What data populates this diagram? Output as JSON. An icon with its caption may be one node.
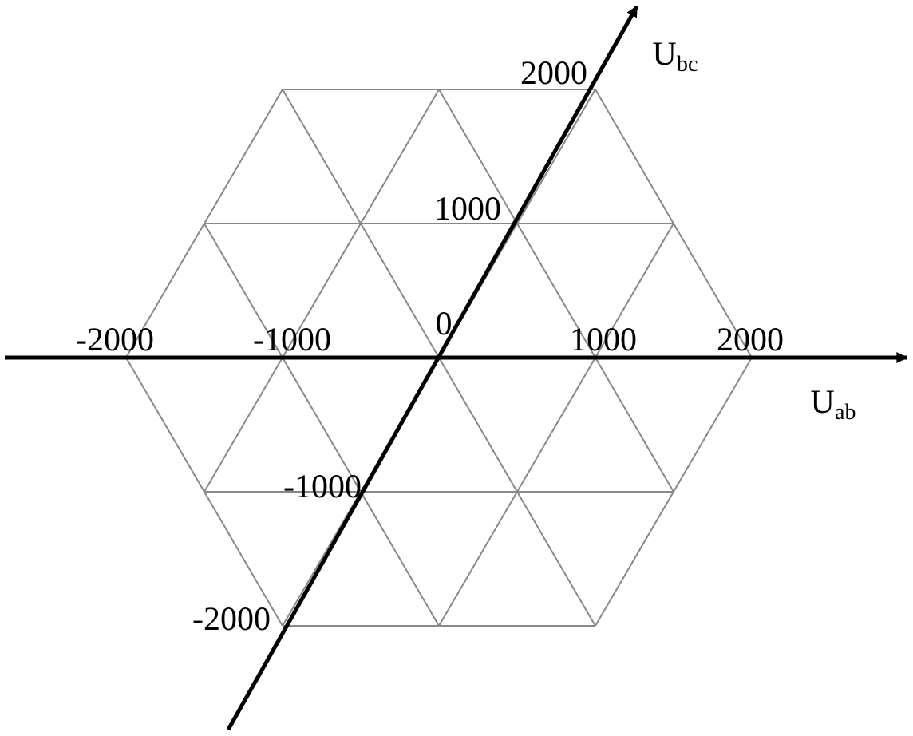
{
  "diagram": {
    "labels": [
      "2000",
      "U$_{bc}$",
      "1000",
      "0",
      "-2000",
      "-1000",
      "1000",
      "2000",
      "U$_{ab}$",
      "-1000",
      "-2000"
    ]
  }
}
